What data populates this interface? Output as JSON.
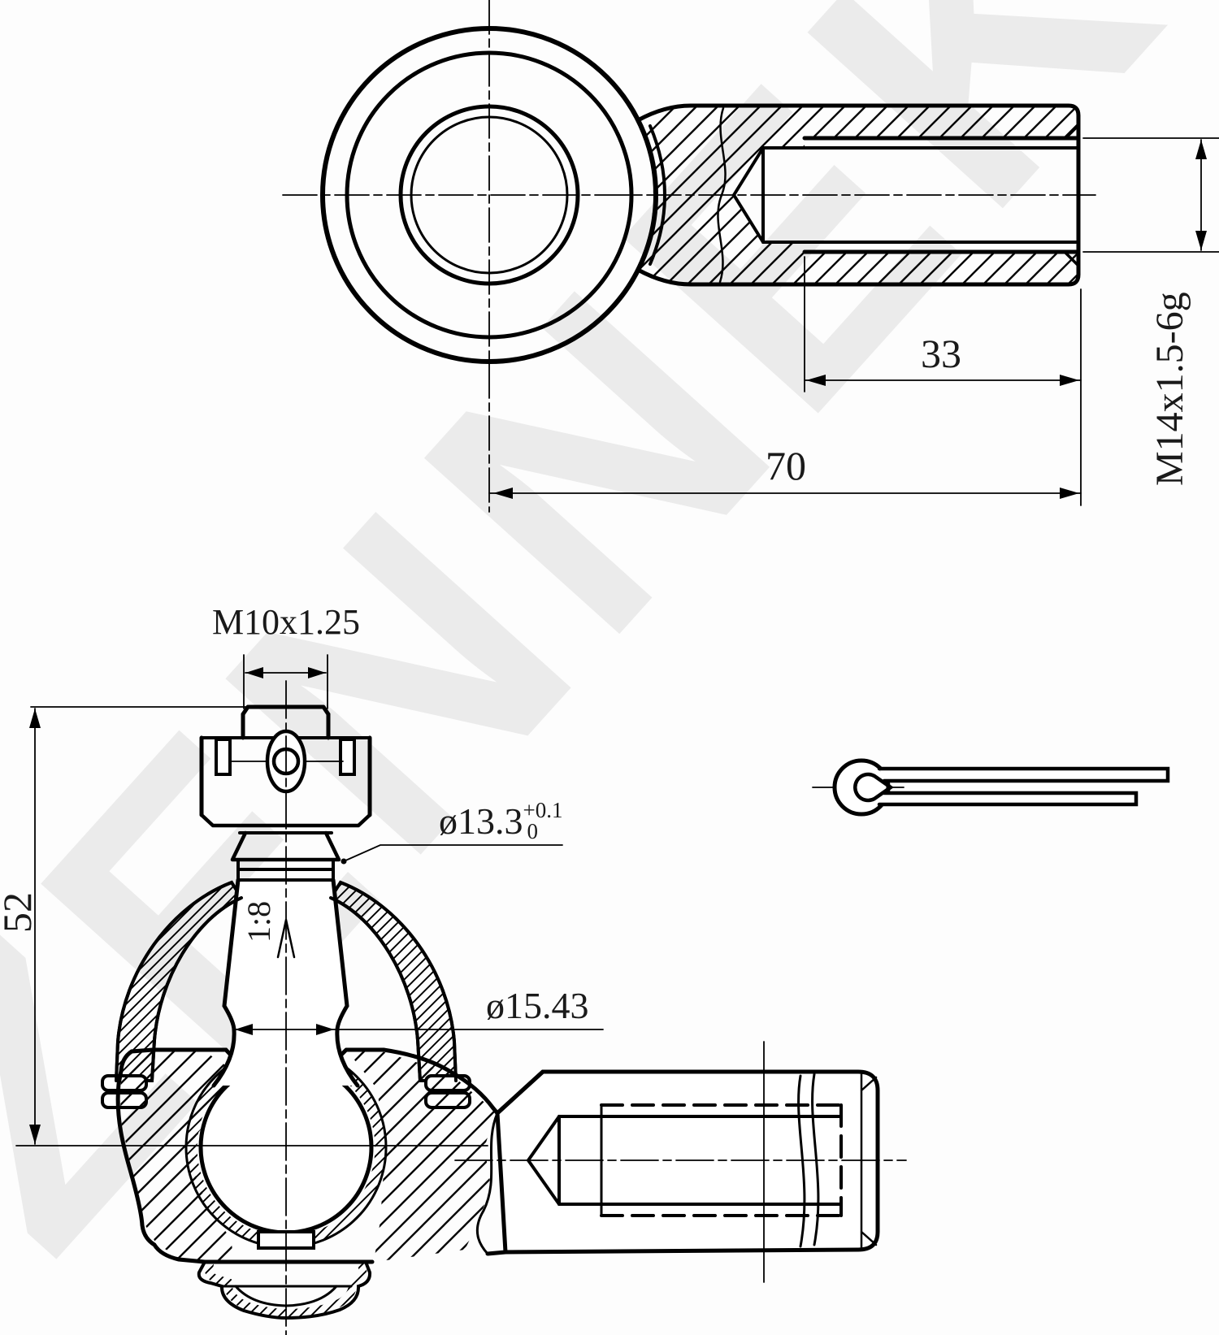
{
  "watermark": "ZENNEK",
  "colors": {
    "line": "#000000",
    "watermark": "#ebebeb",
    "background": "#ffffff"
  },
  "drawing": {
    "type": "technical-drawing",
    "subject": "tie rod end / ball joint, two orthographic section views with cotter pin"
  },
  "dims": {
    "top": {
      "thread_length": "33",
      "overall_length": "70",
      "thread_spec": "M14x1.5-6g"
    },
    "front": {
      "stud_thread": "M10x1.25",
      "taper_dia": "ø13.3",
      "taper_tol_plus": "+0.1",
      "taper_tol_zero": "0",
      "taper_ratio": "1:8",
      "neck_dia": "ø15.43",
      "height": "52"
    }
  }
}
